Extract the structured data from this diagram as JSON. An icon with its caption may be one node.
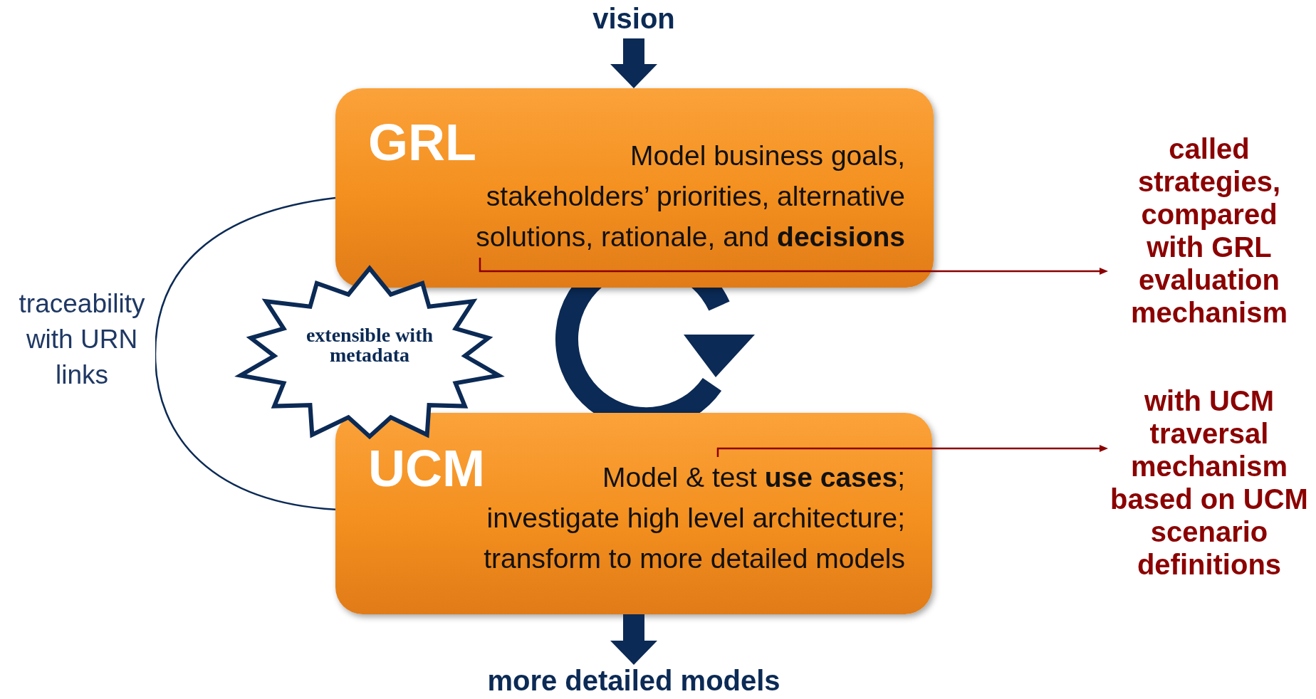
{
  "diagram": {
    "nodes": [
      {
        "text": [
          "vision"
        ]
      },
      {
        "text": [
          "GRL",
          "Model business goals, stakeholders’ priorities, alternative solutions, rationale, and **decisions**"
        ]
      },
      {
        "text": [
          "extensible with metadata"
        ]
      },
      {
        "text": [
          "UCM",
          "Model & test **use cases**; investigate high level architecture; transform to more detailed models"
        ]
      },
      {
        "text": [
          "more detailed models"
        ]
      },
      {
        "text": [
          "called strategies, compared with GRL evaluation mechanism"
        ]
      },
      {
        "text": [
          "with UCM traversal mechanism based on UCM scenario definitions"
        ]
      }
    ],
    "edges": [
      {
        "from": 0,
        "to": 1,
        "arrow": "to",
        "style": "thick"
      },
      {
        "from": 3,
        "to": 4,
        "arrow": "to",
        "style": "thick"
      },
      {
        "from": 1,
        "to": 3,
        "arrow": "none",
        "label": "traceability with URN links"
      },
      {
        "from": 1,
        "to": 5,
        "arrow": "to",
        "color": "#8b0000"
      },
      {
        "from": 3,
        "to": 6,
        "arrow": "to",
        "color": "#8b0000"
      }
    ]
  }
}
